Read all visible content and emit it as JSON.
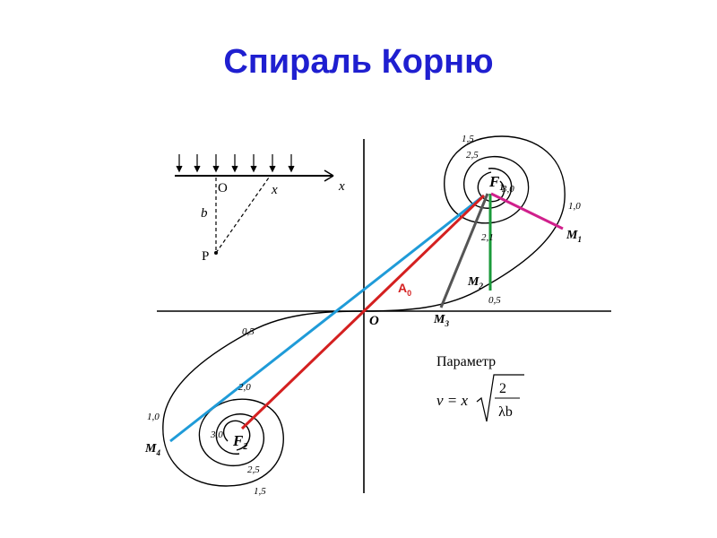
{
  "title": "Спираль Корню",
  "colors": {
    "title": "#1f1fd0",
    "curve": "#000000",
    "blue_line": "#1f9bd8",
    "red_line": "#d42020",
    "gray_line": "#555555",
    "green_line": "#1a9a3a",
    "magenta_line": "#d0208c"
  },
  "inset": {
    "label_O": "O",
    "label_x": "x",
    "label_axis_x": "x",
    "label_b": "b",
    "label_P": "P"
  },
  "axes": {
    "origin_label": "O"
  },
  "points": {
    "F1": "F",
    "F1_sub": "1",
    "F2": "F",
    "F2_sub": "2",
    "M1": "M",
    "M1_sub": "1",
    "M2": "M",
    "M2_sub": "2",
    "M3": "M",
    "M3_sub": "3",
    "M4": "M",
    "M4_sub": "4",
    "A0": "A",
    "A0_sub": "0"
  },
  "curve_labels": {
    "upper": [
      "1,5",
      "2,5",
      "3,0",
      "1,0",
      "2,1",
      "0,5"
    ],
    "lower": [
      "0,5",
      "2,0",
      "1,0",
      "3,0",
      "2,5",
      "1,5"
    ]
  },
  "formula": {
    "caption": "Параметр",
    "lhs": "v = x",
    "numerator": "2",
    "denominator": "λb"
  }
}
